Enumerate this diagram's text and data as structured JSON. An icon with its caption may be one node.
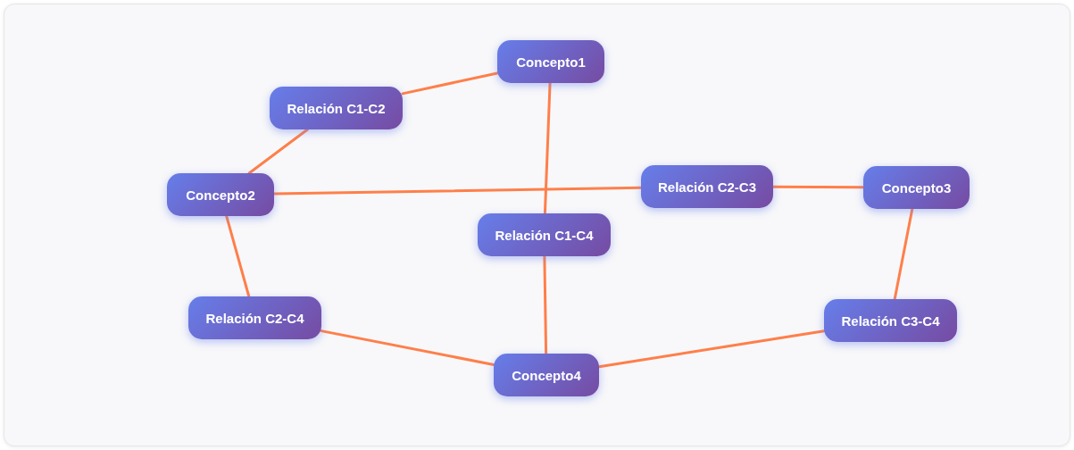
{
  "diagram": {
    "nodes": [
      {
        "text": [
          "Concepto1"
        ]
      },
      {
        "text": [
          "Relación C1-C2"
        ]
      },
      {
        "text": [
          "Concepto2"
        ]
      },
      {
        "text": [
          "Relación C2-C3"
        ]
      },
      {
        "text": [
          "Concepto3"
        ]
      },
      {
        "text": [
          "Relación C1-C4"
        ]
      },
      {
        "text": [
          "Relación C2-C4"
        ]
      },
      {
        "text": [
          "Relación C3-C4"
        ]
      },
      {
        "text": [
          "Concepto4"
        ]
      }
    ],
    "edges": [
      {
        "from": 1,
        "to": 0,
        "arrow": "none"
      },
      {
        "from": 2,
        "to": 1,
        "arrow": "none"
      },
      {
        "from": 2,
        "to": 3,
        "arrow": "none"
      },
      {
        "from": 3,
        "to": 4,
        "arrow": "none"
      },
      {
        "from": 0,
        "to": 5,
        "arrow": "none"
      },
      {
        "from": 5,
        "to": 8,
        "arrow": "none"
      },
      {
        "from": 2,
        "to": 6,
        "arrow": "none"
      },
      {
        "from": 6,
        "to": 8,
        "arrow": "none"
      },
      {
        "from": 4,
        "to": 7,
        "arrow": "none"
      },
      {
        "from": 7,
        "to": 8,
        "arrow": "none"
      }
    ]
  }
}
